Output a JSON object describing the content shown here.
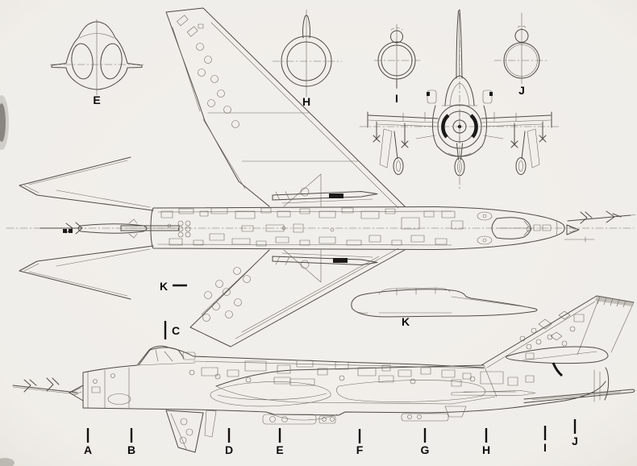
{
  "figure": {
    "description": "Scanned pencil three-view technical drawing of a swept-wing jet fighter with fuselage cross sections and wing airfoil section",
    "views": [
      "plan-top-view",
      "side-profile-view",
      "head-on-front-view"
    ]
  },
  "palette": {
    "paper": "#f1efeb",
    "ink": "#4f4b46",
    "dark_ink": "#1b1a18",
    "label": "#0d0c0b"
  },
  "cross_section_labels": {
    "e": "E",
    "h": "H",
    "i": "I",
    "j": "J",
    "k": "K"
  },
  "callouts": {
    "k": "K",
    "c": "C"
  },
  "stations": [
    {
      "label": "A"
    },
    {
      "label": "B"
    },
    {
      "label": "D"
    },
    {
      "label": "E"
    },
    {
      "label": "F"
    },
    {
      "label": "G"
    },
    {
      "label": "H"
    },
    {
      "label": "I"
    },
    {
      "label": "J"
    }
  ]
}
